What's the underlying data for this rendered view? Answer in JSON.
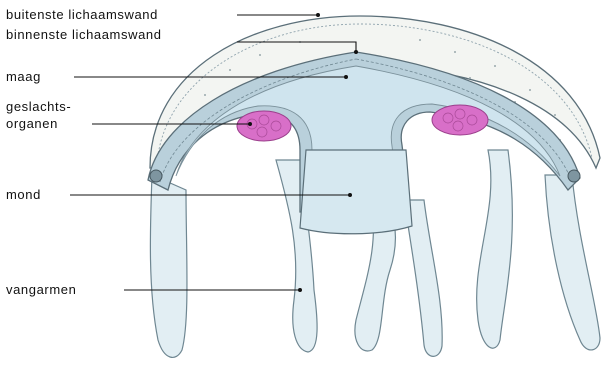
{
  "labels": {
    "outer_wall": "buitenste lichaamswand",
    "inner_wall": "binnenste lichaamswand",
    "stomach": "maag",
    "gonads_line1": "geslachts-",
    "gonads_line2": "organen",
    "mouth": "mond",
    "tentacles": "vangarmen"
  },
  "colors": {
    "umbrella_fill": "#f3f5f2",
    "cavity_fill": "#cfe4ee",
    "wall_fill": "#b9d0db",
    "wall_stroke": "#5b6f79",
    "gonads": "#d86fc8",
    "arm_fill": "#e2eef3",
    "leader_line": "#111111"
  }
}
